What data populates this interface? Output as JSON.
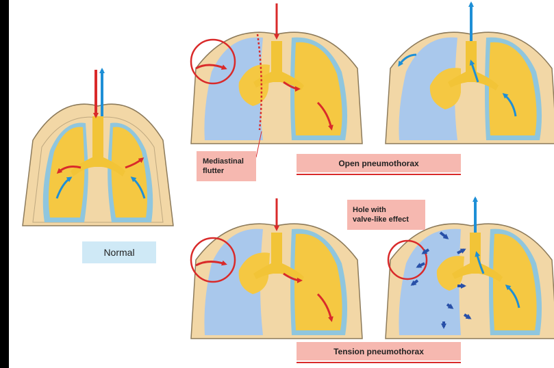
{
  "labels": {
    "normal": "Normal",
    "open_pneumothorax": "Open pneumothorax",
    "mediastinal_flutter_line1": "Mediastinal",
    "mediastinal_flutter_line2": "flutter",
    "tension_pneumothorax": "Tension pneumothorax",
    "hole_line1": "Hole with",
    "hole_line2": "valve-like effect"
  },
  "colors": {
    "background": "#000000",
    "canvas": "#ffffff",
    "chest_wall": "#f2d7a6",
    "chest_outline": "#8c7a5a",
    "lung": "#f5c842",
    "pleura": "#8fc6de",
    "air_collapsed": "#a9c8ec",
    "trachea": "#f2c437",
    "arrow_red": "#d92a2a",
    "arrow_blue": "#1e8fd6",
    "arrow_dark_blue": "#2850a8",
    "normal_label_bg": "#cfe9f6",
    "pink_label_bg": "#f6b8b0"
  },
  "icons": [
    "inspiration-arrow",
    "expiration-arrow",
    "chest-wound-circle",
    "valve-arrow"
  ]
}
